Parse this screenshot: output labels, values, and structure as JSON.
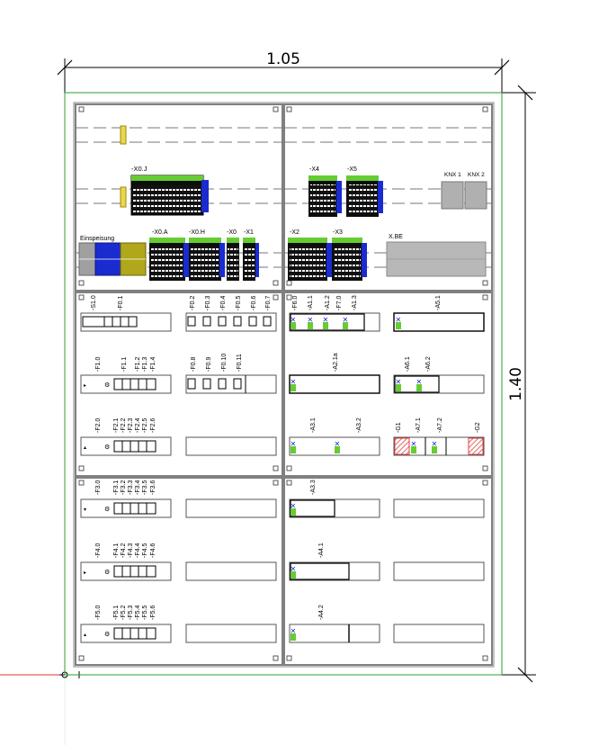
{
  "drawing": {
    "dimension_width": "1.05",
    "dimension_height": "1.40"
  },
  "top_left_panel": {
    "terminal_main": "-X0.J",
    "feed_label": "Einspeisung",
    "terminals": [
      "-X0.A",
      "-X0.H",
      "-X0",
      "-X1"
    ]
  },
  "top_right_panel": {
    "terminals_upper": [
      "-X4",
      "-X5"
    ],
    "knx_labels": [
      "KNX 1",
      "KNX 2"
    ],
    "terminals_lower": [
      "-X2",
      "-X3"
    ],
    "bus_label": "X.BE"
  },
  "middle_left_panel": {
    "row1": {
      "group_a": [
        "-S1.0",
        "-F0.1"
      ],
      "group_b": [
        "-F0.2",
        "-F0.3",
        "-F0.4",
        "-F0.5",
        "-F0.6",
        "-F0.7"
      ]
    },
    "row2": {
      "group_a": [
        "-F1.0",
        "-F1.1",
        "-F1.2",
        "-F1.3",
        "-F1.4"
      ],
      "group_b": [
        "-F0.8",
        "-F0.9",
        "-F0.10",
        "-F0.11"
      ]
    },
    "row3": {
      "group_a": [
        "-F2.0",
        "-F2.1",
        "-F2.2",
        "-F2.3",
        "-F2.4",
        "-F2.5",
        "-F2.6"
      ]
    }
  },
  "middle_right_panel": {
    "row1": {
      "group_a": [
        "-F6.0",
        "-A1.1",
        "-A1.2",
        "-F7.0",
        "-A1.3"
      ],
      "group_b": [
        "-A5.1"
      ]
    },
    "row2": {
      "group_a": [
        "-A2.1a"
      ],
      "group_b": [
        "-A6.1",
        "-A6.2"
      ]
    },
    "row3": {
      "group_a": [
        "-A3.1",
        "-A3.2"
      ],
      "group_b": [
        "-G1",
        "-A7.1",
        "-A7.2",
        "-G2"
      ]
    }
  },
  "bottom_left_panel": {
    "row1": [
      "-F3.0",
      "-F3.1",
      "-F3.2",
      "-F3.3",
      "-F3.4",
      "-F3.5",
      "-F3.6"
    ],
    "row2": [
      "-F4.0",
      "-F4.1",
      "-F4.2",
      "-F4.3",
      "-F4.4",
      "-F4.5",
      "-F4.6"
    ],
    "row3": [
      "-F5.0",
      "-F5.1",
      "-F5.2",
      "-F5.3",
      "-F5.4",
      "-F5.5",
      "-F5.6"
    ]
  },
  "bottom_right_panel": {
    "row1": [
      "-A3.3"
    ],
    "row2": [
      "-A4.1"
    ],
    "row3": [
      "-A4.2"
    ]
  },
  "colors": {
    "frame_green": "#2aa02a",
    "panel_grey": "#808080",
    "terminal_blue": "#1a2bd0",
    "terminal_green": "#66cc33",
    "feed_yellow": "#b0a81a",
    "fuse_yellow": "#e8d84a",
    "reference_red": "#e03030",
    "hatch_red": "#e04040"
  }
}
